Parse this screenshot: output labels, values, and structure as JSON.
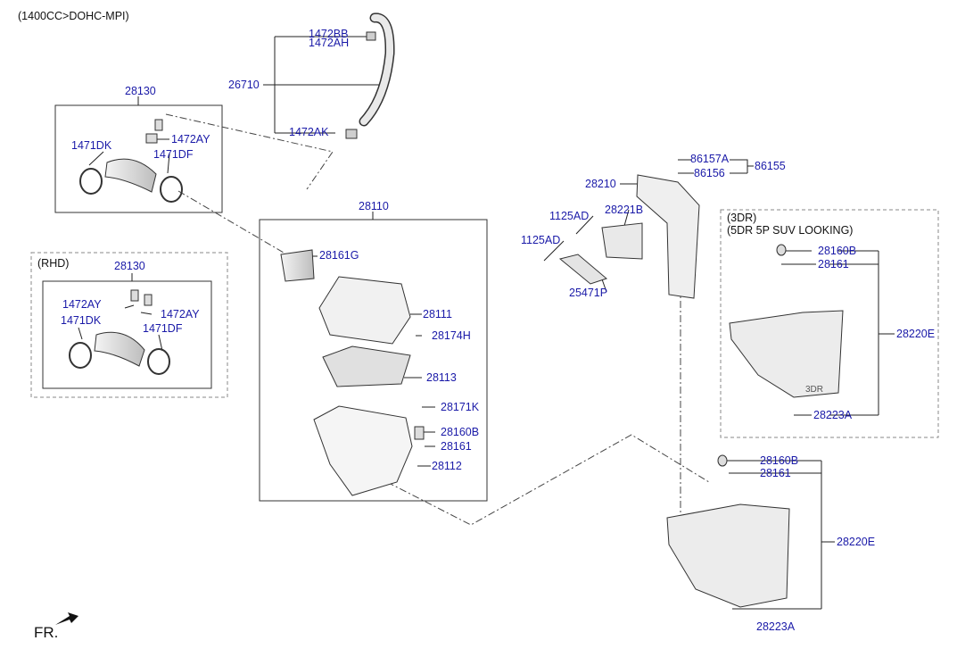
{
  "header": {
    "engine_spec": "(1400CC>DOHC-MPI)"
  },
  "footer": {
    "front_marker": "FR."
  },
  "groups": {
    "rhd": "(RHD)",
    "three_door": "(3DR)",
    "suv_looking": "(5DR 5P SUV LOOKING)",
    "badge_3dr": "3DR"
  },
  "parts": {
    "p1472BB": "1472BB",
    "p1472AH": "1472AH",
    "p26710": "26710",
    "p1472AK": "1472AK",
    "p28130": "28130",
    "p1472AY_a": "1472AY",
    "p1471DK_a": "1471DK",
    "p1471DF_a": "1471DF",
    "p28110": "28110",
    "p28161G": "28161G",
    "p28111": "28111",
    "p28174H": "28174H",
    "p28113": "28113",
    "p28171K": "28171K",
    "p28160B_main": "28160B",
    "p28161_main": "28161",
    "p28112": "28112",
    "p28130_rhd": "28130",
    "p1472AY_rhd1": "1472AY",
    "p1472AY_rhd2": "1472AY",
    "p1471DK_rhd": "1471DK",
    "p1471DF_rhd": "1471DF",
    "p86157A": "86157A",
    "p86156": "86156",
    "p86155": "86155",
    "p28210": "28210",
    "p1125AD_a": "1125AD",
    "p1125AD_b": "1125AD",
    "p28221B": "28221B",
    "p25471P": "25471P",
    "p28160B_3dr": "28160B",
    "p28161_3dr": "28161",
    "p28220E_3dr": "28220E",
    "p28223A_3dr": "28223A",
    "p28160B_low": "28160B",
    "p28161_low": "28161",
    "p28220E_low": "28220E",
    "p28223A_low": "28223A"
  },
  "colors": {
    "label": "#1a1aa8",
    "line": "#222222",
    "box": "#444444"
  }
}
